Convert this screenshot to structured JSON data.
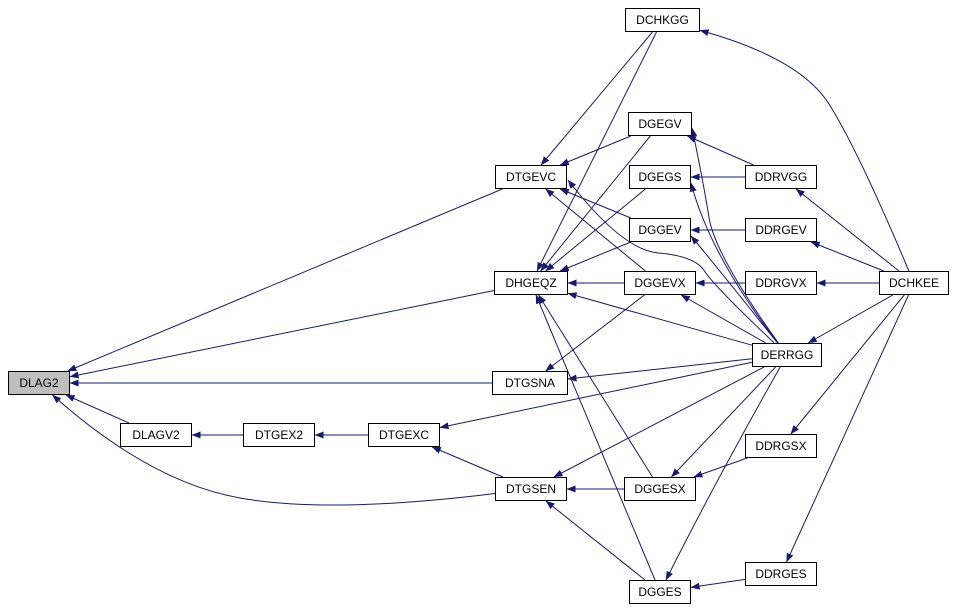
{
  "colors": {
    "edge": "#191970",
    "node_border": "#000000",
    "node_fill": "#ffffff",
    "node_fill_highlight": "#bfbfbf",
    "text": "#000000",
    "background": "#ffffff"
  },
  "nodes": [
    {
      "id": "DCHKGG",
      "label": "DCHKGG",
      "highlighted": false
    },
    {
      "id": "DGEGV",
      "label": "DGEGV",
      "highlighted": false
    },
    {
      "id": "DTGEVC",
      "label": "DTGEVC",
      "highlighted": false
    },
    {
      "id": "DGEGS",
      "label": "DGEGS",
      "highlighted": false
    },
    {
      "id": "DDRVGG",
      "label": "DDRVGG",
      "highlighted": false
    },
    {
      "id": "DGGEV",
      "label": "DGGEV",
      "highlighted": false
    },
    {
      "id": "DDRGEV",
      "label": "DDRGEV",
      "highlighted": false
    },
    {
      "id": "DHGEQZ",
      "label": "DHGEQZ",
      "highlighted": false
    },
    {
      "id": "DGGEVX",
      "label": "DGGEVX",
      "highlighted": false
    },
    {
      "id": "DDRGVX",
      "label": "DDRGVX",
      "highlighted": false
    },
    {
      "id": "DCHKEE",
      "label": "DCHKEE",
      "highlighted": false
    },
    {
      "id": "DERRGG",
      "label": "DERRGG",
      "highlighted": false
    },
    {
      "id": "DLAG2",
      "label": "DLAG2",
      "highlighted": true
    },
    {
      "id": "DTGSNA",
      "label": "DTGSNA",
      "highlighted": false
    },
    {
      "id": "DLAGV2",
      "label": "DLAGV2",
      "highlighted": false
    },
    {
      "id": "DTGEX2",
      "label": "DTGEX2",
      "highlighted": false
    },
    {
      "id": "DTGEXC",
      "label": "DTGEXC",
      "highlighted": false
    },
    {
      "id": "DDRGSX",
      "label": "DDRGSX",
      "highlighted": false
    },
    {
      "id": "DTGSEN",
      "label": "DTGSEN",
      "highlighted": false
    },
    {
      "id": "DGGESX",
      "label": "DGGESX",
      "highlighted": false
    },
    {
      "id": "DGGES",
      "label": "DGGES",
      "highlighted": false
    },
    {
      "id": "DDRGES",
      "label": "DDRGES",
      "highlighted": false
    }
  ],
  "edges": [
    {
      "from": "DTGEVC",
      "to": "DLAG2"
    },
    {
      "from": "DHGEQZ",
      "to": "DLAG2"
    },
    {
      "from": "DTGSNA",
      "to": "DLAG2"
    },
    {
      "from": "DLAGV2",
      "to": "DLAG2"
    },
    {
      "from": "DTGSEN",
      "to": "DLAG2"
    },
    {
      "from": "DTGEX2",
      "to": "DLAGV2"
    },
    {
      "from": "DTGEXC",
      "to": "DTGEX2"
    },
    {
      "from": "DTGSEN",
      "to": "DTGEXC"
    },
    {
      "from": "DERRGG",
      "to": "DTGEXC"
    },
    {
      "from": "DGGES",
      "to": "DTGSEN"
    },
    {
      "from": "DGGESX",
      "to": "DTGSEN"
    },
    {
      "from": "DERRGG",
      "to": "DTGSEN"
    },
    {
      "from": "DGGEVX",
      "to": "DTGSNA"
    },
    {
      "from": "DERRGG",
      "to": "DTGSNA"
    },
    {
      "from": "DCHKGG",
      "to": "DHGEQZ"
    },
    {
      "from": "DGEGV",
      "to": "DHGEQZ"
    },
    {
      "from": "DGEGS",
      "to": "DHGEQZ"
    },
    {
      "from": "DGGEV",
      "to": "DHGEQZ"
    },
    {
      "from": "DGGEVX",
      "to": "DHGEQZ"
    },
    {
      "from": "DERRGG",
      "to": "DHGEQZ"
    },
    {
      "from": "DGGES",
      "to": "DHGEQZ"
    },
    {
      "from": "DGGESX",
      "to": "DHGEQZ"
    },
    {
      "from": "DCHKGG",
      "to": "DTGEVC"
    },
    {
      "from": "DGEGV",
      "to": "DTGEVC"
    },
    {
      "from": "DGGEV",
      "to": "DTGEVC"
    },
    {
      "from": "DGGEVX",
      "to": "DTGEVC"
    },
    {
      "from": "DERRGG",
      "to": "DTGEVC"
    },
    {
      "from": "DDRVGG",
      "to": "DGEGV"
    },
    {
      "from": "DERRGG",
      "to": "DGEGV"
    },
    {
      "from": "DDRVGG",
      "to": "DGEGS"
    },
    {
      "from": "DERRGG",
      "to": "DGEGS"
    },
    {
      "from": "DDRGEV",
      "to": "DGGEV"
    },
    {
      "from": "DERRGG",
      "to": "DGGEV"
    },
    {
      "from": "DDRGVX",
      "to": "DGGEVX"
    },
    {
      "from": "DERRGG",
      "to": "DGGEVX"
    },
    {
      "from": "DDRGSX",
      "to": "DGGESX"
    },
    {
      "from": "DERRGG",
      "to": "DGGESX"
    },
    {
      "from": "DDRGES",
      "to": "DGGES"
    },
    {
      "from": "DERRGG",
      "to": "DGGES"
    },
    {
      "from": "DCHKEE",
      "to": "DDRVGG"
    },
    {
      "from": "DCHKEE",
      "to": "DDRGEV"
    },
    {
      "from": "DCHKEE",
      "to": "DDRGVX"
    },
    {
      "from": "DCHKEE",
      "to": "DDRGSX"
    },
    {
      "from": "DCHKEE",
      "to": "DDRGES"
    },
    {
      "from": "DCHKEE",
      "to": "DERRGG"
    },
    {
      "from": "DCHKEE",
      "to": "DCHKGG"
    }
  ]
}
